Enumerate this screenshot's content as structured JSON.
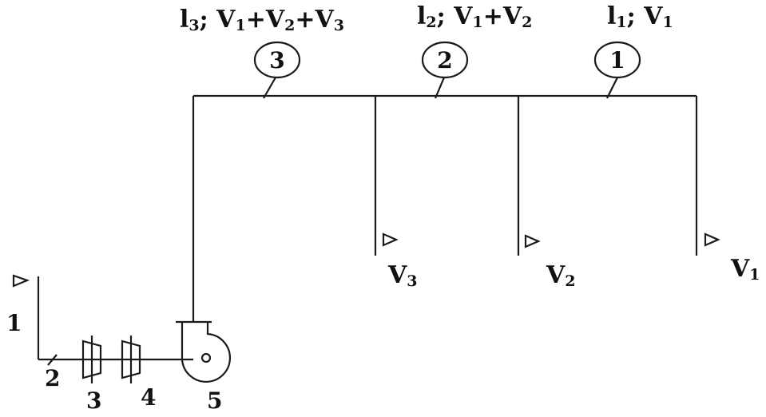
{
  "sections": [
    {
      "number": "3",
      "length": "l",
      "length_sub": "3",
      "sep": "; ",
      "flow": [
        {
          "t": "V",
          "s": "1"
        },
        {
          "t": "+V",
          "s": "2"
        },
        {
          "t": "+V",
          "s": "3"
        }
      ]
    },
    {
      "number": "2",
      "length": "l",
      "length_sub": "2",
      "sep": "; ",
      "flow": [
        {
          "t": "V",
          "s": "1"
        },
        {
          "t": "+V",
          "s": "2"
        }
      ]
    },
    {
      "number": "1",
      "length": "l",
      "length_sub": "1",
      "sep": "; ",
      "flow": [
        {
          "t": "V",
          "s": "1"
        }
      ]
    }
  ],
  "outlets": [
    {
      "letter": "V",
      "sub": "3"
    },
    {
      "letter": "V",
      "sub": "2"
    },
    {
      "letter": "V",
      "sub": "1"
    }
  ],
  "components": [
    "1",
    "2",
    "3",
    "4",
    "5"
  ],
  "colors": {
    "line": "#1a1a1a",
    "text": "#111111",
    "background": "#ffffff"
  },
  "icons": {
    "outlet": "triangle-arrow-icon",
    "fan": "centrifugal-fan-icon",
    "filter": "filter-icon",
    "valve": "damper-icon"
  }
}
